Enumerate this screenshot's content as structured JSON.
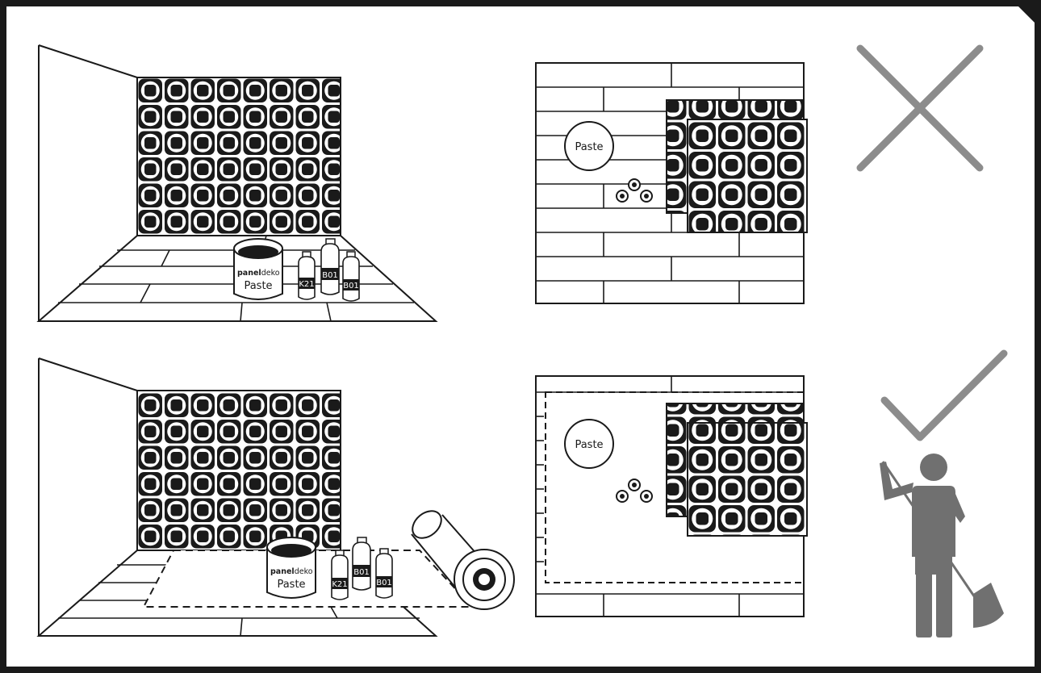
{
  "colors": {
    "ink": "#1a1a1a",
    "wrong_mark": "#8c8c8c",
    "right_mark": "#8c8c8c",
    "figure": "#707070",
    "background": "#ffffff"
  },
  "top_panel": {
    "can_brand_bold": "panel",
    "can_brand_light": "deko",
    "can_label": "Paste",
    "bottles": [
      "K21",
      "B01",
      "B01"
    ],
    "wall_paste_label": "Paste",
    "verdict_icon": "cross-icon"
  },
  "bottom_panel": {
    "can_brand_bold": "panel",
    "can_brand_light": "deko",
    "can_label": "Paste",
    "bottles": [
      "K21",
      "B01",
      "B01"
    ],
    "wall_paste_label": "Paste",
    "verdict_icon": "checkmark-icon",
    "figure_icon": "person-sweeping-icon"
  }
}
